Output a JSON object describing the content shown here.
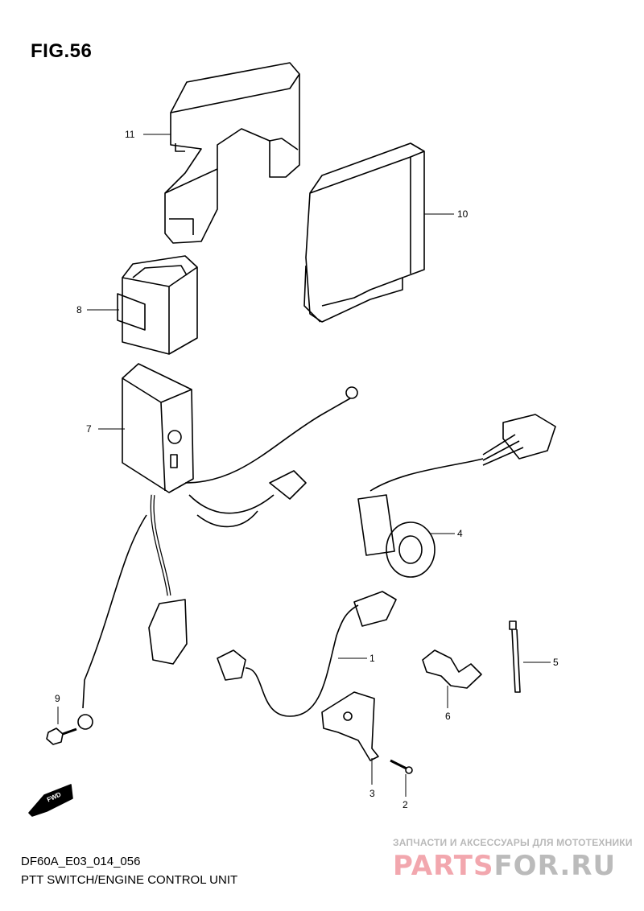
{
  "figure": {
    "title": "FIG.56"
  },
  "callouts": [
    "1",
    "2",
    "3",
    "4",
    "5",
    "6",
    "7",
    "8",
    "9",
    "10",
    "11"
  ],
  "fwd_label": "FWD",
  "footer": {
    "code": "DF60A_E03_014_056",
    "caption": "PTT SWITCH/ENGINE CONTROL UNIT"
  },
  "watermark": {
    "subtitle": "ЗАПЧАСТИ И АКСЕССУАРЫ ДЛЯ МОТОТЕХНИКИ",
    "brand_part1": "PARTS",
    "brand_part2": "FOR.RU"
  }
}
